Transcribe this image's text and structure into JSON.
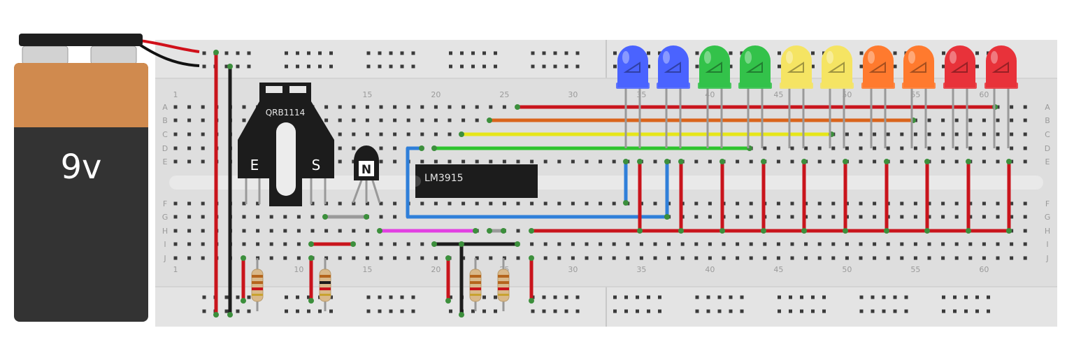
{
  "battery": {
    "label": "9v"
  },
  "sensor": {
    "part": "QRB1114",
    "pin_left": "E",
    "pin_right": "S"
  },
  "transistor": {
    "label": "N"
  },
  "ic": {
    "label": "LM3915"
  },
  "row_labels": [
    "A",
    "B",
    "C",
    "D",
    "E",
    "F",
    "G",
    "H",
    "I",
    "J"
  ],
  "column_numbers": [
    "1",
    "10",
    "15",
    "20",
    "25",
    "30",
    "35",
    "40",
    "45",
    "50",
    "55",
    "60"
  ],
  "led_colors": [
    "#4a63ff",
    "#4a63ff",
    "#33c24a",
    "#33c24a",
    "#f5e463",
    "#f5e463",
    "#ff7a2e",
    "#ff7a2e",
    "#e8323a",
    "#e8323a"
  ],
  "wire_colors": {
    "red": "#c9141c",
    "black": "#1c1c1c",
    "orange": "#d9641c",
    "yellow": "#e6e619",
    "green": "#2ec42e",
    "blue": "#2f7fd9",
    "magenta": "#e23fe2",
    "gray": "#9a9a9a"
  }
}
